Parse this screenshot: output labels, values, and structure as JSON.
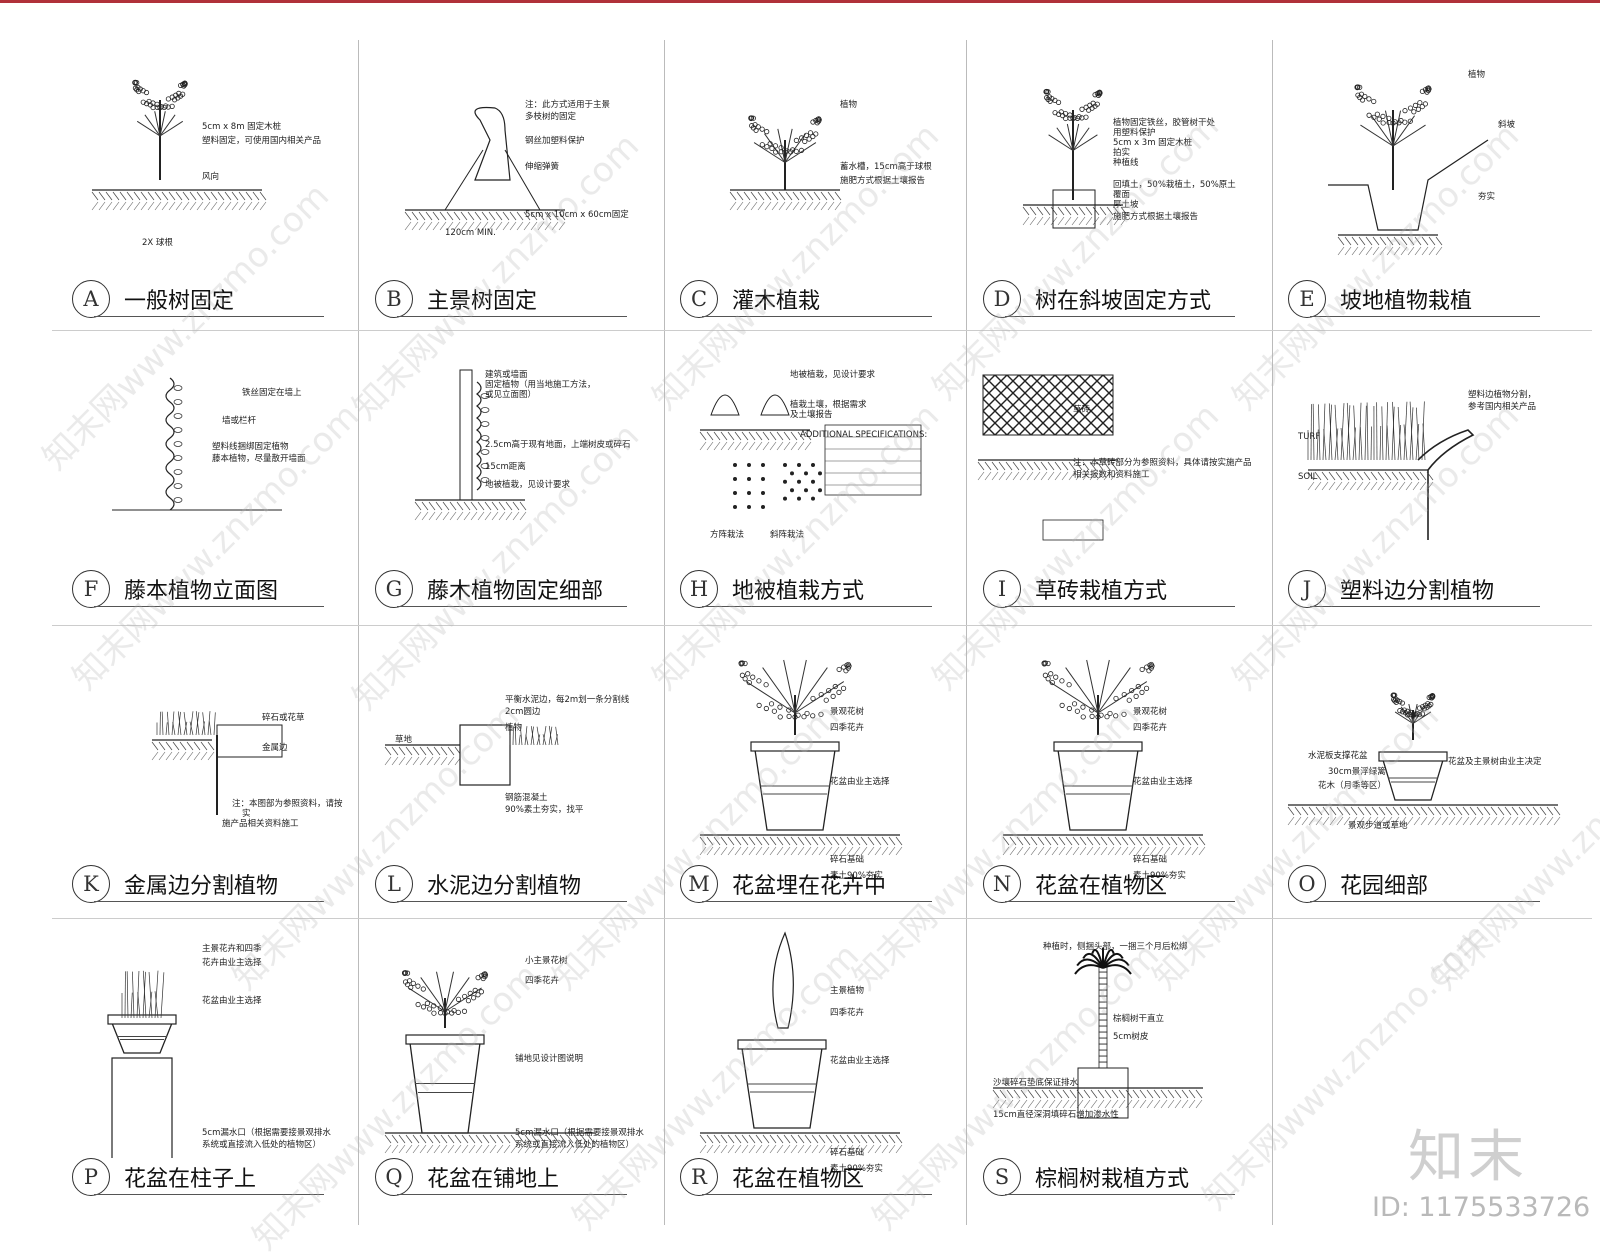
{
  "panels": [
    {
      "letter": "A",
      "title": "一般树固定",
      "notes": [
        "5cm x 8m 固定木桩",
        "塑料固定，可使用国内相关产品",
        "风向",
        "2X 球根"
      ]
    },
    {
      "letter": "B",
      "title": "主景树固定",
      "notes": [
        "注：此方式适用于主景",
        "多枝树的固定",
        "钢丝加塑料保护",
        "伸缩弹簧",
        "5cm x 10cm x 60cm固定",
        "120cm MIN."
      ]
    },
    {
      "letter": "C",
      "title": "灌木植栽",
      "notes": [
        "植物",
        "蓄水槽，15cm高于球根",
        "施肥方式根据土壤报告"
      ]
    },
    {
      "letter": "D",
      "title": "树在斜坡固定方式",
      "notes": [
        "植物固定铁丝，胶管树干处",
        "用塑料保护",
        "5cm x 3m 固定木桩",
        "拍实",
        "种植线",
        "回填土，50%栽植土，50%原土",
        "覆面",
        "厚土坡",
        "施肥方式根据土壤报告"
      ]
    },
    {
      "letter": "E",
      "title": "坡地植物栽植",
      "notes": [
        "植物",
        "斜坡",
        "夯实"
      ]
    },
    {
      "letter": "F",
      "title": "藤本植物立面图",
      "notes": [
        "铁丝固定在墙上",
        "墙或栏杆",
        "塑料线捆绑固定植物",
        "藤本植物，尽量散开墙面"
      ]
    },
    {
      "letter": "G",
      "title": "藤木植物固定细部",
      "notes": [
        "建筑或墙面",
        "固定植物（用当地施工方法，",
        "或见立面图）",
        "2.5cm高于现有地面，上端树皮或碎石",
        "15cm距离",
        "地被植栽，见设计要求"
      ]
    },
    {
      "letter": "H",
      "title": "地被植栽方式",
      "notes": [
        "地被植栽，见设计要求",
        "植栽土壤，根据需求",
        "及土壤报告",
        "ADDITIONAL SPECIFICATIONS:",
        "方阵栽法",
        "斜阵栽法"
      ]
    },
    {
      "letter": "I",
      "title": "草砖栽植方式",
      "notes": [
        "草砖",
        "注：本草砖部分为参照资料，具体请按实施产品",
        "相关报数和资料施工"
      ]
    },
    {
      "letter": "J",
      "title": "塑料边分割植物",
      "notes": [
        "塑料边植物分割，",
        "参考国内相关产品",
        "TURF",
        "SOIL"
      ]
    },
    {
      "letter": "K",
      "title": "金属边分割植物",
      "notes": [
        "碎石或花草",
        "金属边",
        "注：本图部为参照资料，请按",
        "实",
        "施产品相关资料施工"
      ]
    },
    {
      "letter": "L",
      "title": "水泥边分割植物",
      "notes": [
        "平衡水泥边，每2m划一条分割线",
        "2cm圆边",
        "植物",
        "草地",
        "钢筋混凝土",
        "90%素土夯实，找平"
      ]
    },
    {
      "letter": "M",
      "title": "花盆埋在花卉中",
      "notes": [
        "景观花树",
        "四季花卉",
        "花盆由业主选择",
        "碎石基础",
        "素土90%夯实"
      ]
    },
    {
      "letter": "N",
      "title": "花盆在植物区",
      "notes": [
        "景观花树",
        "四季花卉",
        "花盆由业主选择",
        "碎石基础",
        "素土90%夯实"
      ]
    },
    {
      "letter": "O",
      "title": "花园细部",
      "notes": [
        "水泥板支撑花盆",
        "30cm景浮绿篱",
        "花木（月季等区）",
        "花盆及主景树由业主决定",
        "景观步道或草地"
      ]
    },
    {
      "letter": "P",
      "title": "花盆在柱子上",
      "notes": [
        "主景花卉和四季",
        "花卉由业主选择",
        "花盆由业主选择",
        "5cm漏水口（根据需要接景观排水",
        "系统或直接流入低处的植物区）"
      ]
    },
    {
      "letter": "Q",
      "title": "花盆在铺地上",
      "notes": [
        "小主景花树",
        "四季花卉",
        "铺地见设计图说明",
        "5cm漏水口（根据需要接景观排水",
        "系统或直接流入低处的植物区）"
      ]
    },
    {
      "letter": "R",
      "title": "花盆在植物区",
      "notes": [
        "主景植物",
        "四季花卉",
        "花盆由业主选择",
        "碎石基础",
        "素土90%夯实"
      ]
    },
    {
      "letter": "S",
      "title": "棕榈树栽植方式",
      "notes": [
        "种植时，侧捆头部，一捆三个月后松绑",
        "棕榈树干直立",
        "5cm树皮",
        "沙壤碎石垫底保证排水",
        "15cm直径深洞填碎石增加渗水性"
      ]
    }
  ],
  "logo": {
    "text": "知末",
    "id": "ID: 1175533726"
  },
  "watermark": "知末网www.znzmo.com",
  "colors": {
    "top_rule": "#b0313a",
    "line": "#555555"
  }
}
